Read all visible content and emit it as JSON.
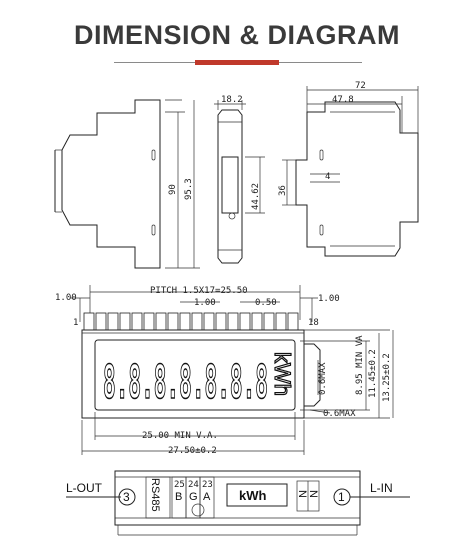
{
  "header": {
    "title": "DIMENSION & DIAGRAM"
  },
  "top_view": {
    "front_height_outer": "95.3",
    "front_height_inner": "90",
    "side_width": "18.2",
    "window_height": "44.62",
    "overall_width": "72",
    "depth": "47.8",
    "rail_height": "36",
    "rail_gap": "4"
  },
  "lcd": {
    "pitch": "PITCH 1.5X17=25.50",
    "left_margin": "1.00",
    "right_margin": "1.00",
    "pin_width": "1.00",
    "pin_space": "0.50",
    "pin_first": "1",
    "pin_last": "18",
    "digits": "8.8.8.8.8.8.8",
    "unit": "kWh",
    "min_height_va": "8.95 MIN VA",
    "height_1": "11.45±0.2",
    "height_2": "13.25±0.2",
    "dim_06max_a": "0.6MAX",
    "dim_06max_b": "0.6MAX",
    "min_width_va": "25.00 MIN V.A.",
    "overall_width": "27.50±0.2"
  },
  "wiring": {
    "l_out": "L-OUT",
    "l_in": "L-IN",
    "terminal_left": "3",
    "terminal_right": "1",
    "rs485": "RS485",
    "terminal_nums": [
      "25",
      "24",
      "23"
    ],
    "terminal_letters": [
      "B",
      "G",
      "A"
    ],
    "n_left": "N",
    "n_right": "N",
    "display": "kWh"
  }
}
